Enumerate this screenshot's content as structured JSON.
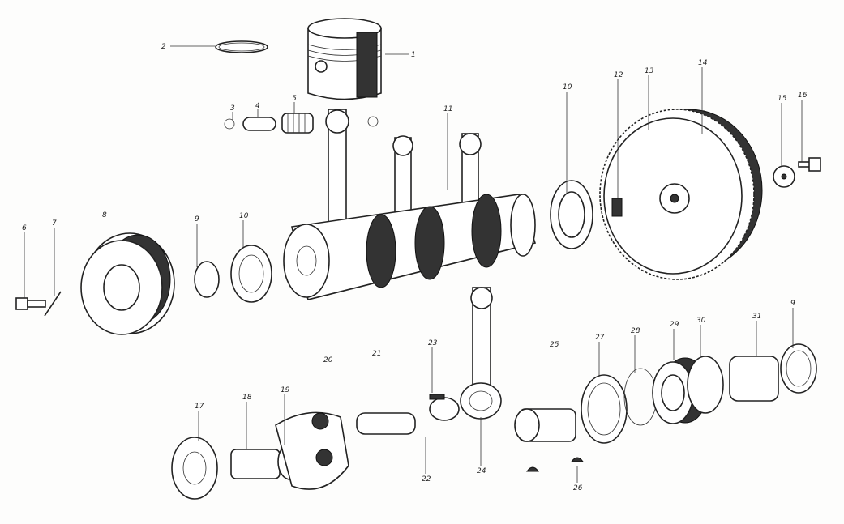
{
  "diagram": {
    "type": "exploded parts diagram",
    "labels": [
      "1",
      "2",
      "3",
      "4",
      "5",
      "6",
      "7",
      "8",
      "9",
      "10",
      "10",
      "11",
      "12",
      "13",
      "14",
      "15",
      "16",
      "17",
      "18",
      "19",
      "20",
      "21",
      "22",
      "23",
      "24",
      "25",
      "26",
      "27",
      "28",
      "29",
      "30",
      "31",
      "9"
    ]
  }
}
